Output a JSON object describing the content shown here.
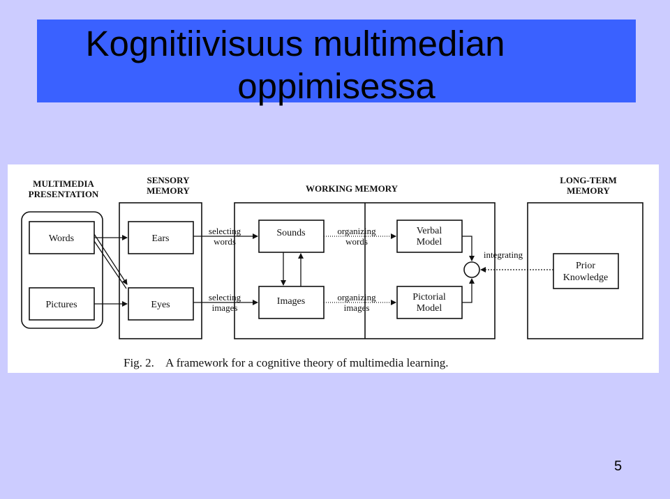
{
  "slide": {
    "title_line_1": "Kognitiivisuus multimedian",
    "title_line_2": "oppimisessa",
    "page_number": "5",
    "title_bar_color": "#3a61ff",
    "background_color": "#ccccff"
  },
  "diagram": {
    "headers": {
      "multimedia_1": "MULTIMEDIA",
      "multimedia_2": "PRESENTATION",
      "sensory_1": "SENSORY",
      "sensory_2": "MEMORY",
      "working": "WORKING MEMORY",
      "longterm_1": "LONG-TERM",
      "longterm_2": "MEMORY"
    },
    "boxes": {
      "words": "Words",
      "pictures": "Pictures",
      "ears": "Ears",
      "eyes": "Eyes",
      "sounds": "Sounds",
      "images": "Images",
      "verbal_1": "Verbal",
      "verbal_2": "Model",
      "pictorial_1": "Pictorial",
      "pictorial_2": "Model",
      "prior_1": "Prior",
      "prior_2": "Knowledge"
    },
    "arrow_labels": {
      "selecting_words_1": "selecting",
      "selecting_words_2": "words",
      "selecting_images_1": "selecting",
      "selecting_images_2": "images",
      "organizing_words_1": "organizing",
      "organizing_words_2": "words",
      "organizing_images_1": "organizing",
      "organizing_images_2": "images",
      "integrating": "integrating"
    },
    "caption": "Fig. 2.    A framework for a cognitive theory of multimedia learning."
  }
}
